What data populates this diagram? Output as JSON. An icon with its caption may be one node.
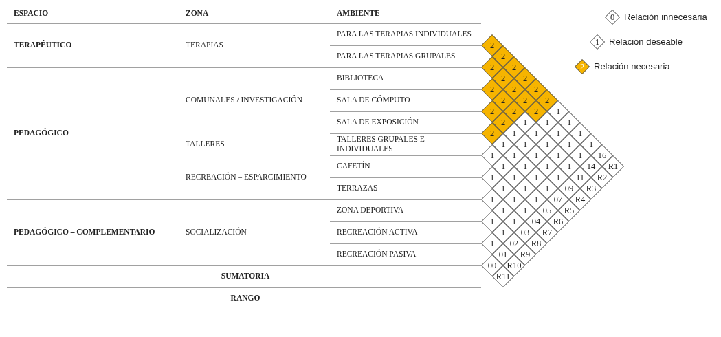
{
  "diagram": {
    "nodes": [
      {
        "text": [
          "2"
        ]
      },
      {
        "text": [
          "2"
        ]
      },
      {
        "text": [
          "2"
        ]
      },
      {
        "text": [
          "2"
        ]
      },
      {
        "text": [
          "2"
        ]
      },
      {
        "text": [
          "2"
        ]
      },
      {
        "text": [
          "1"
        ]
      },
      {
        "text": [
          "1"
        ]
      },
      {
        "text": [
          "1"
        ]
      },
      {
        "text": [
          "1"
        ]
      },
      {
        "text": [
          "16"
        ]
      },
      {
        "text": [
          "R1"
        ]
      },
      {
        "text": [
          "2"
        ]
      },
      {
        "text": [
          "2"
        ]
      },
      {
        "text": [
          "2"
        ]
      },
      {
        "text": [
          "2"
        ]
      },
      {
        "text": [
          "2"
        ]
      },
      {
        "text": [
          "1"
        ]
      },
      {
        "text": [
          "1"
        ]
      },
      {
        "text": [
          "1"
        ]
      },
      {
        "text": [
          "1"
        ]
      },
      {
        "text": [
          "14"
        ]
      },
      {
        "text": [
          "R2"
        ]
      },
      {
        "text": [
          "2"
        ]
      },
      {
        "text": [
          "2"
        ]
      },
      {
        "text": [
          "2"
        ]
      },
      {
        "text": [
          "1"
        ]
      },
      {
        "text": [
          "1"
        ]
      },
      {
        "text": [
          "1"
        ]
      },
      {
        "text": [
          "1"
        ]
      },
      {
        "text": [
          "1"
        ]
      },
      {
        "text": [
          "11"
        ]
      },
      {
        "text": [
          "R3"
        ]
      },
      {
        "text": [
          "2"
        ]
      },
      {
        "text": [
          "2"
        ]
      },
      {
        "text": [
          "1"
        ]
      },
      {
        "text": [
          "1"
        ]
      },
      {
        "text": [
          "1"
        ]
      },
      {
        "text": [
          "1"
        ]
      },
      {
        "text": [
          "1"
        ]
      },
      {
        "text": [
          "09"
        ]
      },
      {
        "text": [
          "R4"
        ]
      },
      {
        "text": [
          "2"
        ]
      },
      {
        "text": [
          "1"
        ]
      },
      {
        "text": [
          "1"
        ]
      },
      {
        "text": [
          "1"
        ]
      },
      {
        "text": [
          "1"
        ]
      },
      {
        "text": [
          "1"
        ]
      },
      {
        "text": [
          "07"
        ]
      },
      {
        "text": [
          "R5"
        ]
      },
      {
        "text": [
          "1"
        ]
      },
      {
        "text": [
          "1"
        ]
      },
      {
        "text": [
          "1"
        ]
      },
      {
        "text": [
          "1"
        ]
      },
      {
        "text": [
          "1"
        ]
      },
      {
        "text": [
          "05"
        ]
      },
      {
        "text": [
          "R6"
        ]
      },
      {
        "text": [
          "1"
        ]
      },
      {
        "text": [
          "1"
        ]
      },
      {
        "text": [
          "1"
        ]
      },
      {
        "text": [
          "1"
        ]
      },
      {
        "text": [
          "04"
        ]
      },
      {
        "text": [
          "R7"
        ]
      },
      {
        "text": [
          "1"
        ]
      },
      {
        "text": [
          "1"
        ]
      },
      {
        "text": [
          "1"
        ]
      },
      {
        "text": [
          "03"
        ]
      },
      {
        "text": [
          "R8"
        ]
      },
      {
        "text": [
          "1"
        ]
      },
      {
        "text": [
          "1"
        ]
      },
      {
        "text": [
          "02"
        ]
      },
      {
        "text": [
          "R9"
        ]
      },
      {
        "text": [
          "1"
        ]
      },
      {
        "text": [
          "01"
        ]
      },
      {
        "text": [
          "R10"
        ]
      },
      {
        "text": [
          "00"
        ]
      },
      {
        "text": [
          "R11"
        ]
      },
      {
        "text": [
          "0"
        ],
        "beside": [
          "Relación innecesaria"
        ]
      },
      {
        "text": [
          "1"
        ],
        "beside": [
          "Relación deseable"
        ]
      },
      {
        "text": [
          "2"
        ],
        "beside": [
          "Relación necesaria"
        ]
      }
    ],
    "labels": [
      "ESPACIO",
      "ZONA",
      "AMBIENTE",
      "TERAPÉUTICO",
      "TERAPIAS",
      "PARA LAS TERAPIAS INDIVIDUALES",
      "PARA LAS TERAPIAS GRUPALES",
      "PEDAGÓGICO",
      "COMUNALES / INVESTIGACIÓN",
      "BIBLIOTECA",
      "SALA DE CÓMPUTO",
      "SALA DE EXPOSICIÓN",
      "TALLERES",
      "TALLERES GRUPALES E INDIVIDUALES",
      "RECREACIÓN – ESPARCIMIENTO",
      "CAFETÍN",
      "TERRAZAS",
      "PEDAGÓGICO – COMPLEMENTARIO",
      "SOCIALIZACIÓN",
      "ZONA DEPORTIVA",
      "RECREACIÓN ACTIVA",
      "RECREACIÓN PASIVA",
      "SUMATORIA",
      "RANGO"
    ]
  }
}
